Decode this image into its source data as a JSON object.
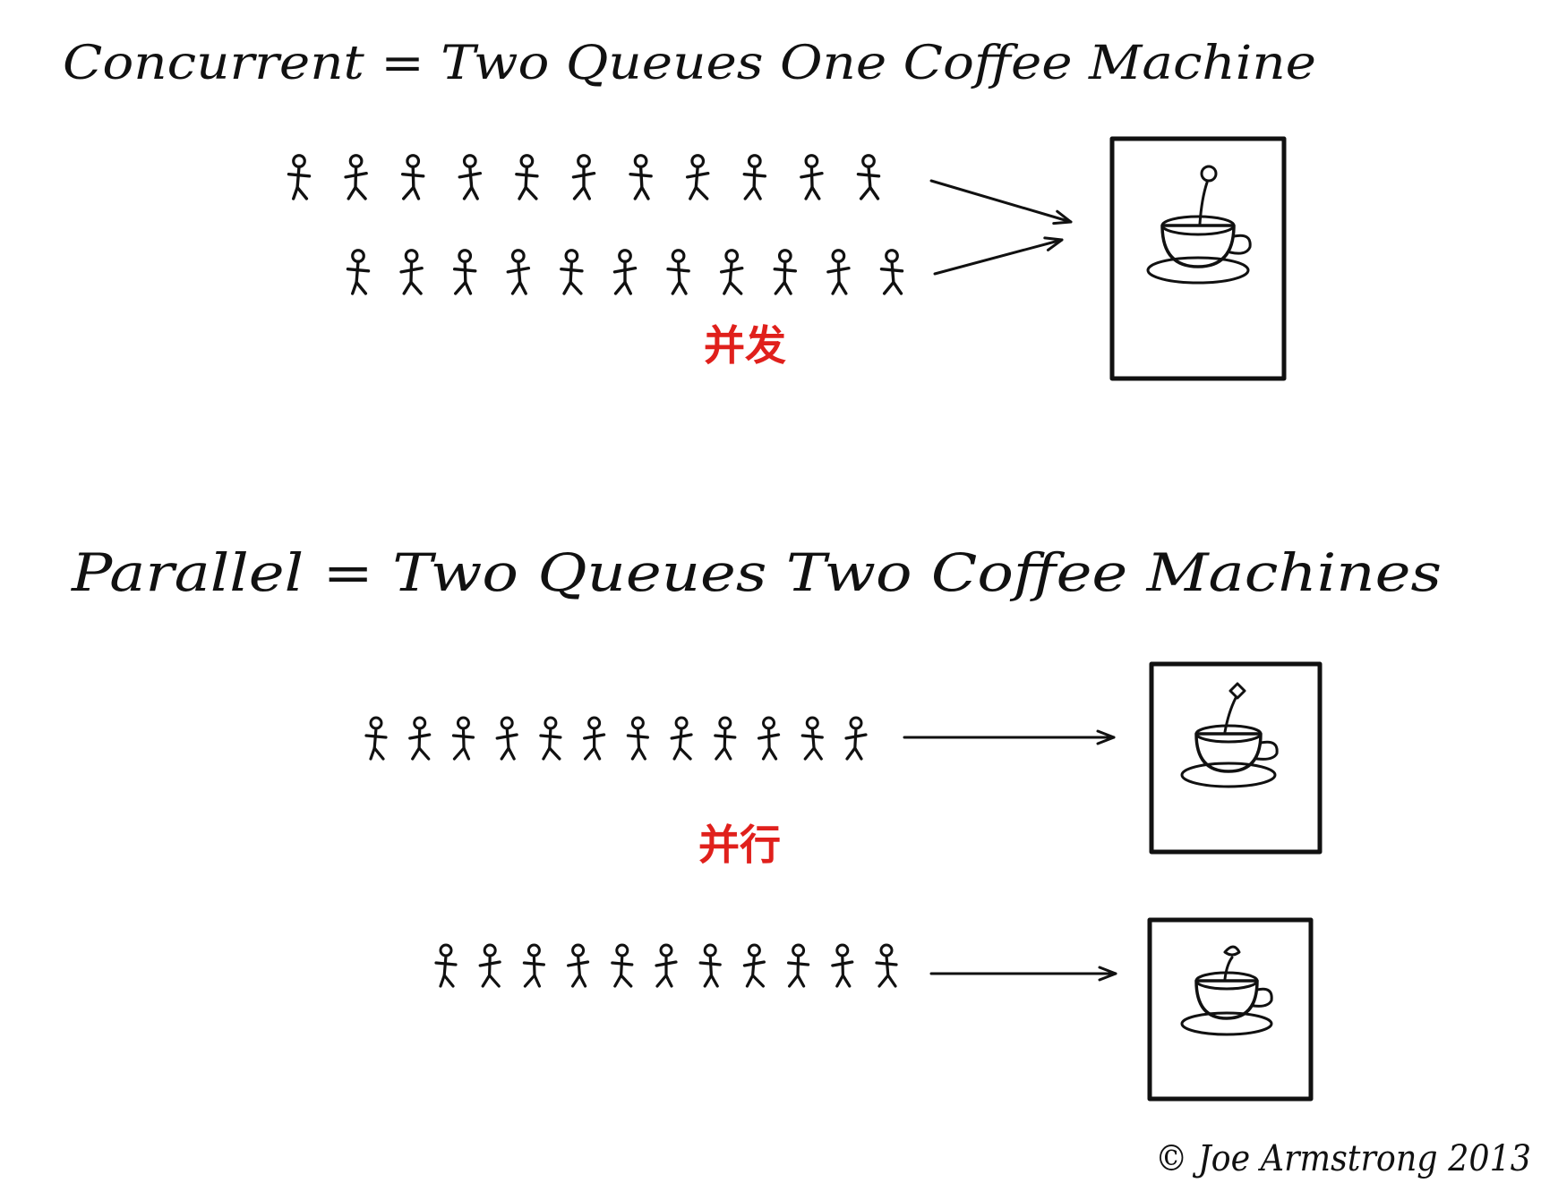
{
  "colors": {
    "ink": "#111111",
    "accent": "#e0201c",
    "background": "#ffffff"
  },
  "concurrent": {
    "heading": "Concurrent = Two Queues One Coffee Machine",
    "tag": "并发",
    "queues": [
      {
        "people": 11
      },
      {
        "people": 11
      }
    ],
    "machines": 1
  },
  "parallel": {
    "heading": "Parallel = Two Queues Two Coffee Machines",
    "tag": "并行",
    "queues": [
      {
        "people": 12
      },
      {
        "people": 11
      }
    ],
    "machines": 2
  },
  "signature": "© Joe Armstrong 2013",
  "icons": {
    "person": "stick-figure-icon",
    "machine": "coffee-cup-icon"
  }
}
